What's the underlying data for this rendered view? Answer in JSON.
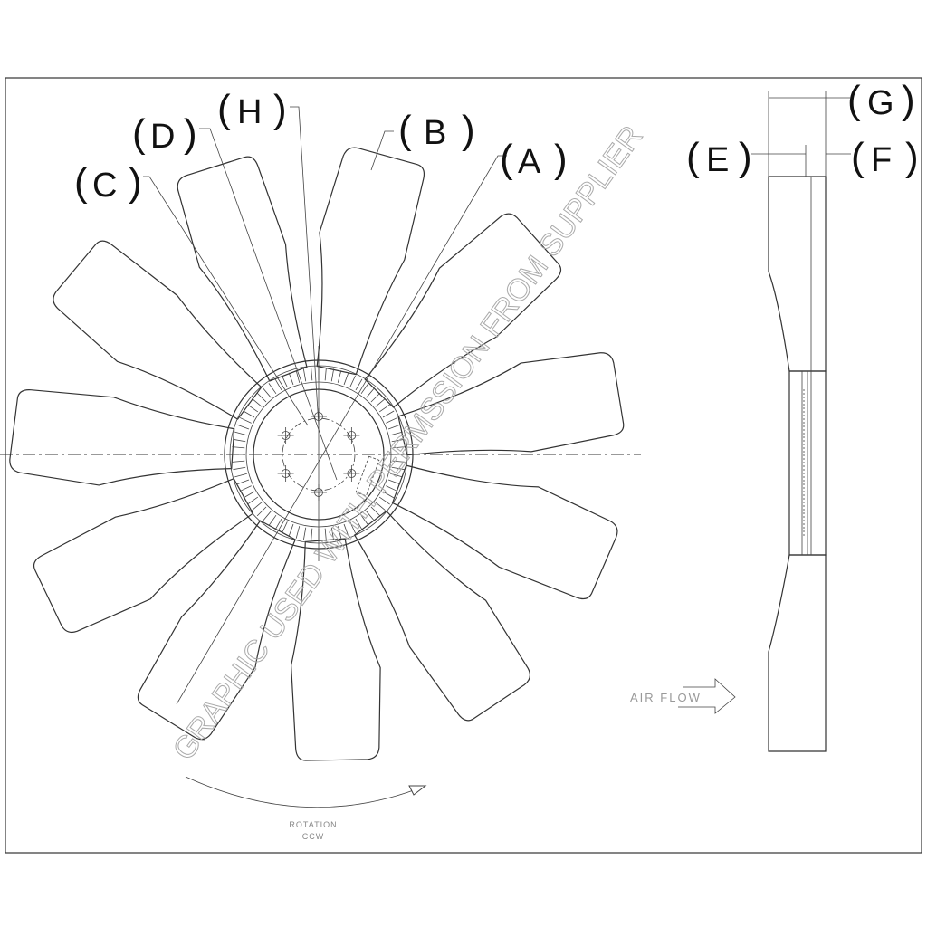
{
  "labels": {
    "A": "A",
    "B": "B",
    "C": "C",
    "D": "D",
    "E": "E",
    "F": "F",
    "G": "G",
    "H": "H"
  },
  "watermark": "GRAPHIC USED WITH PERMSSION FROM SUPPLIER",
  "airflow": "AIR  FLOW",
  "rotation": {
    "title": "ROTATION",
    "direction": "CCW"
  },
  "fan": {
    "blade_count": 11,
    "hub_bolt_count": 6
  }
}
